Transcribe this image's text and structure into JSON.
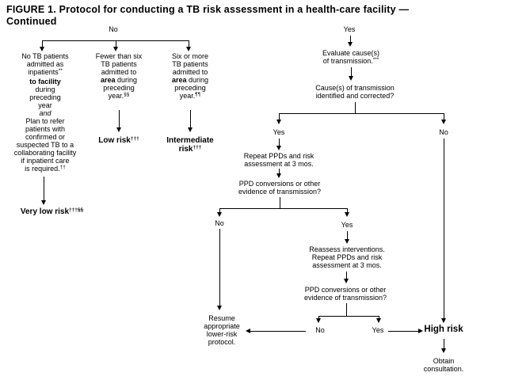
{
  "figure": {
    "title_line1": "FIGURE 1. Protocol for conducting a TB risk assessment in a health-care facility —",
    "title_line2": "Continued"
  },
  "colors": {
    "ink": "#000000",
    "background": "#ffffff"
  },
  "flow": {
    "top": {
      "no_label": "No",
      "yes_label": "Yes"
    },
    "no_tb_box": {
      "l1": "No TB patients",
      "l2": "admitted as",
      "l3": "inpatients",
      "l3_sup": "**",
      "l4": "to facility",
      "l5": "during",
      "l6": "preceding",
      "l7": "year",
      "l8": "and",
      "l9": "Plan to refer",
      "l10": "patients with",
      "l11": "confirmed or",
      "l12": "suspected TB to a",
      "l13": "collaborating facility",
      "l14": "if inpatient care",
      "l15": "is required.",
      "l15_sup": "††"
    },
    "very_low_risk": {
      "label": "Very low risk",
      "sup": "†††§§"
    },
    "fewer_box": {
      "l1": "Fewer than six",
      "l2": "TB patients",
      "l3": "admitted to",
      "l4_bold": "area",
      "l4_rest": " during",
      "l5": "preceding",
      "l6": "year.",
      "l6_sup": "§§"
    },
    "low_risk": {
      "label": "Low risk",
      "sup": "†††"
    },
    "six_box": {
      "l1": "Six or more",
      "l2": "TB patients",
      "l3": "admitted to",
      "l4_bold": "area",
      "l4_rest": " during",
      "l5": "preceding",
      "l6": "year.",
      "l6_sup": "¶¶"
    },
    "intermediate_risk": {
      "label_l1": "Intermediate",
      "label_l2": "risk",
      "sup": "†††"
    },
    "evaluate": {
      "l1": "Evaluate cause(s)",
      "l2": "of transmission.",
      "l2_sup": "***"
    },
    "cause_question": {
      "l1": "Cause(s) of transmission",
      "l2": "identified and corrected?"
    },
    "cause_yes": "Yes",
    "cause_no": "No",
    "repeat_ppd": {
      "l1": "Repeat PPDs and risk",
      "l2": "assessment at 3 mos."
    },
    "ppd_question1": {
      "l1": "PPD conversions or other",
      "l2": "evidence of transmission?"
    },
    "ppd1_no": "No",
    "ppd1_yes": "Yes",
    "reassess": {
      "l1": "Reassess interventions.",
      "l2": "Repeat PPDs and risk",
      "l3": "assessment at 3 mos."
    },
    "ppd_question2": {
      "l1": "PPD conversions or other",
      "l2": "evidence of transmission?"
    },
    "ppd2_no": "No",
    "ppd2_yes": "Yes",
    "resume": {
      "l1": "Resume",
      "l2": "appropriate",
      "l3": "lower-risk",
      "l4": "protocol."
    },
    "high_risk": "High risk",
    "obtain": {
      "l1": "Obtain",
      "l2": "consultation."
    }
  }
}
